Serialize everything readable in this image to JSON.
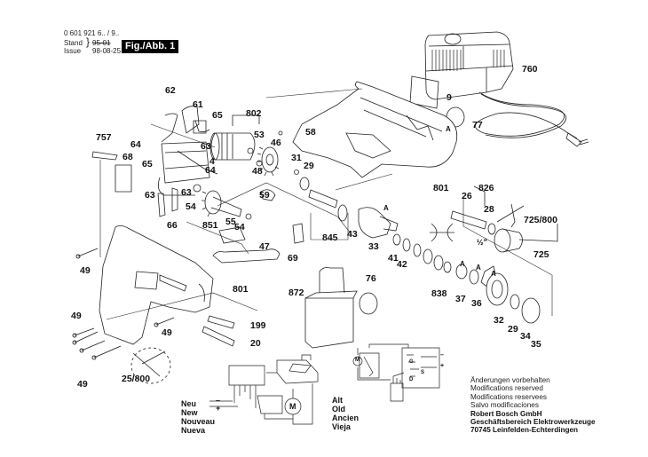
{
  "header": {
    "part_number": "0 601 921 6.. / 9..",
    "stand_label": "Stand",
    "issue_label": "Issue",
    "stand_value_struck": "95-01",
    "issue_value": "98-08-25",
    "figure_label": "Fig./Abb. 1"
  },
  "part_labels": [
    {
      "id": "62",
      "text": "62"
    },
    {
      "id": "61",
      "text": "61"
    },
    {
      "id": "65a",
      "text": "65"
    },
    {
      "id": "802",
      "text": "802"
    },
    {
      "id": "53",
      "text": "53"
    },
    {
      "id": "46",
      "text": "46"
    },
    {
      "id": "757",
      "text": "757"
    },
    {
      "id": "68",
      "text": "68"
    },
    {
      "id": "64a",
      "text": "64"
    },
    {
      "id": "65b",
      "text": "65"
    },
    {
      "id": "63a",
      "text": "63"
    },
    {
      "id": "4",
      "text": "4"
    },
    {
      "id": "64b",
      "text": "64"
    },
    {
      "id": "48",
      "text": "48"
    },
    {
      "id": "58",
      "text": "58"
    },
    {
      "id": "31",
      "text": "31"
    },
    {
      "id": "29a",
      "text": "29"
    },
    {
      "id": "63b",
      "text": "63"
    },
    {
      "id": "63c",
      "text": "63"
    },
    {
      "id": "54a",
      "text": "54"
    },
    {
      "id": "66",
      "text": "66"
    },
    {
      "id": "851",
      "text": "851"
    },
    {
      "id": "59",
      "text": "59"
    },
    {
      "id": "55",
      "text": "55"
    },
    {
      "id": "54b",
      "text": "54"
    },
    {
      "id": "47",
      "text": "47"
    },
    {
      "id": "69",
      "text": "69"
    },
    {
      "id": "845",
      "text": "845"
    },
    {
      "id": "43",
      "text": "43"
    },
    {
      "id": "33",
      "text": "33"
    },
    {
      "id": "41",
      "text": "41"
    },
    {
      "id": "42",
      "text": "42"
    },
    {
      "id": "9",
      "text": "9"
    },
    {
      "id": "77",
      "text": "77"
    },
    {
      "id": "760",
      "text": "760"
    },
    {
      "id": "801a",
      "text": "801"
    },
    {
      "id": "826",
      "text": "826"
    },
    {
      "id": "26",
      "text": "26"
    },
    {
      "id": "28",
      "text": "28"
    },
    {
      "id": "725_800",
      "text": "725/800"
    },
    {
      "id": "725",
      "text": "725"
    },
    {
      "id": "half_inch",
      "text": "½\""
    },
    {
      "id": "838",
      "text": "838"
    },
    {
      "id": "37",
      "text": "37"
    },
    {
      "id": "36",
      "text": "36"
    },
    {
      "id": "32",
      "text": "32"
    },
    {
      "id": "29b",
      "text": "29"
    },
    {
      "id": "34",
      "text": "34"
    },
    {
      "id": "35",
      "text": "35"
    },
    {
      "id": "49a",
      "text": "49"
    },
    {
      "id": "801b",
      "text": "801"
    },
    {
      "id": "872",
      "text": "872"
    },
    {
      "id": "76",
      "text": "76"
    },
    {
      "id": "49b",
      "text": "49"
    },
    {
      "id": "49c",
      "text": "49"
    },
    {
      "id": "199",
      "text": "199"
    },
    {
      "id": "20",
      "text": "20"
    },
    {
      "id": "49d",
      "text": "49"
    },
    {
      "id": "25_800",
      "text": "25/800"
    },
    {
      "id": "A1",
      "text": "A"
    },
    {
      "id": "A2",
      "text": "A"
    },
    {
      "id": "A3",
      "text": "A"
    },
    {
      "id": "A4",
      "text": "A"
    },
    {
      "id": "A5",
      "text": "A"
    }
  ],
  "wiring_new": {
    "legend": [
      "Neu",
      "New",
      "Nouveau",
      "Nueva"
    ],
    "minus": "–",
    "plus": "+",
    "motor": "M"
  },
  "wiring_old": {
    "legend": [
      "Alt",
      "Old",
      "Ancien",
      "Vieja"
    ],
    "motor": "M",
    "terminals": [
      "G",
      "S",
      "D"
    ],
    "minus": "–",
    "plus": "+"
  },
  "notes": {
    "lines": [
      "Änderungen vorbehalten",
      "Modifications reserved",
      "Modifications reservees",
      "Salvo modificaciones"
    ],
    "company": [
      "Robert Bosch GmbH",
      "Geschäftsbereich Elektrowerkzeuge",
      "70745 Leinfelden-Echterdingen"
    ]
  }
}
